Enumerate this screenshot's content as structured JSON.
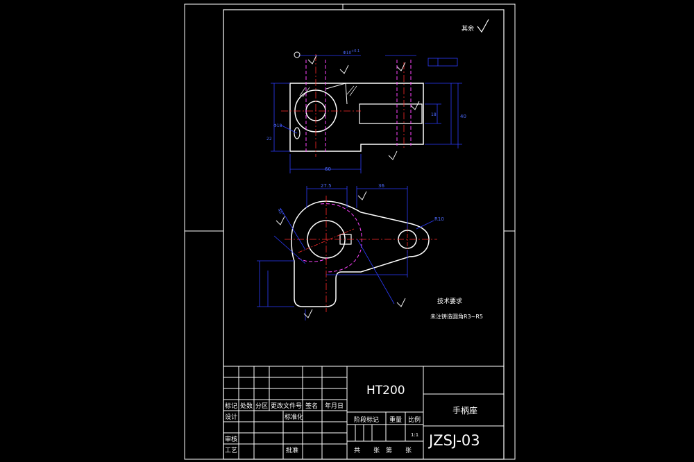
{
  "drawing": {
    "material": "HT200",
    "part_name": "手柄座",
    "drawing_number": "JZSJ-03",
    "scale": "1:1",
    "remaining_roughness_label": "其余"
  },
  "tech_requirements": {
    "title": "技术要求",
    "line1": "未注铸造圆角R3~R5"
  },
  "title_block": {
    "header_cells": [
      "标记",
      "处数",
      "分区",
      "更改文件号",
      "签名",
      "年月日"
    ],
    "row_design": "设计",
    "row_standard": "标准化",
    "row_review": "审核",
    "row_process": "工艺",
    "row_approve": "批准",
    "stage_mark": "阶段标记",
    "weight": "重量",
    "ratio": "比例",
    "sheets_total": "共",
    "sheets_unit1": "张",
    "sheet_no": "第",
    "sheets_unit2": "张"
  },
  "dimensions": {
    "hole_top": "Φ10",
    "hole_tol": "+0.1",
    "side_small": "Φ18",
    "width_top": "60",
    "height_right": "40",
    "r_label": "R10",
    "angle": "45°",
    "len_bottom": "36",
    "width_mid": "27.5",
    "dim_18": "18",
    "dim_22": "22"
  },
  "colors": {
    "outline": "#ffffff",
    "dimension": "#2c3cff",
    "centerline": "#ff2a2a",
    "hidden": "#ff44ff",
    "text": "#ffff33"
  }
}
